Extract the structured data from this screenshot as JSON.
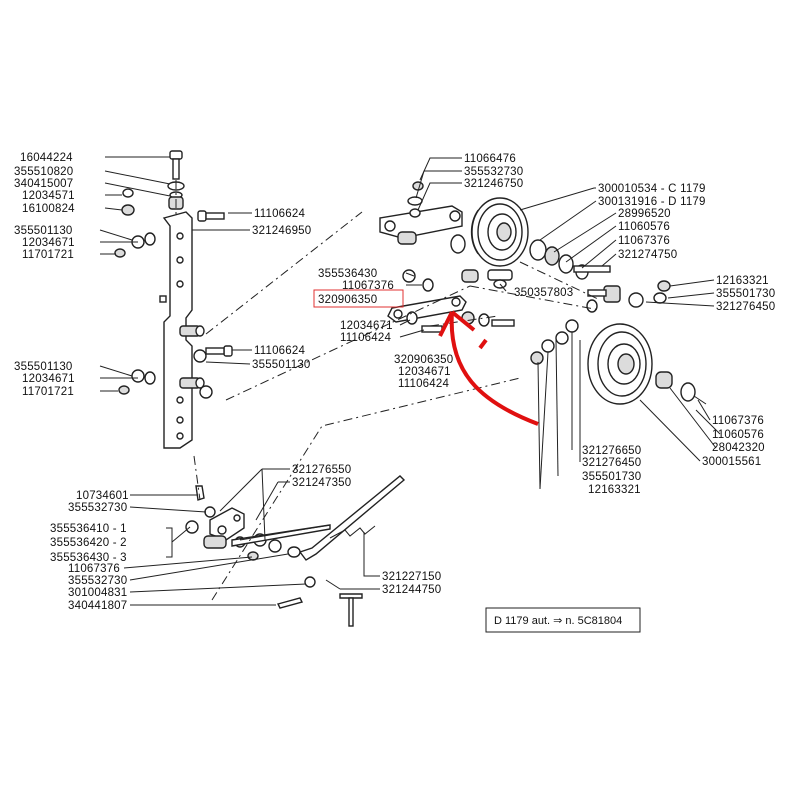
{
  "diagram": {
    "left_labels": [
      "16044224",
      "355510820",
      "340415007",
      "12034571",
      "16100824",
      "355501130",
      "12034671",
      "11701721",
      "355501130",
      "12034671",
      "11701721",
      "10734601",
      "355532730",
      "355536410 - 1",
      "355536420 - 2",
      "355536430 - 3",
      "11067376",
      "355532730",
      "301004831",
      "340441807"
    ],
    "upper_bracket_labels": [
      "11106624",
      "321246950",
      "11106624",
      "355501130"
    ],
    "center_labels": [
      "355536430",
      "11067376",
      "320906350",
      "12034671",
      "11106424",
      "320906350",
      "12034671",
      "11106424"
    ],
    "top_labels": [
      "11066476",
      "355532730",
      "321246750",
      "350357803"
    ],
    "right_labels": [
      "300010534 - C 1179",
      "300131916 - D 1179",
      "28996520",
      "11060576",
      "11067376",
      "321274750",
      "12163321",
      "355501730",
      "321276450"
    ],
    "lower_right_labels": [
      "321276650",
      "321276450",
      "355501730",
      "12163321",
      "11067376",
      "11060576",
      "28042320",
      "300015561"
    ],
    "linkage_labels": [
      "321276550",
      "321247350",
      "321227150",
      "321244750"
    ],
    "highlighted_part": "320906350",
    "footnote": "D 1179 aut. ⇒ n. 5C81804",
    "colors": {
      "highlight_box": "#e03030",
      "arrow": "#e01010",
      "ink": "#222222"
    }
  }
}
